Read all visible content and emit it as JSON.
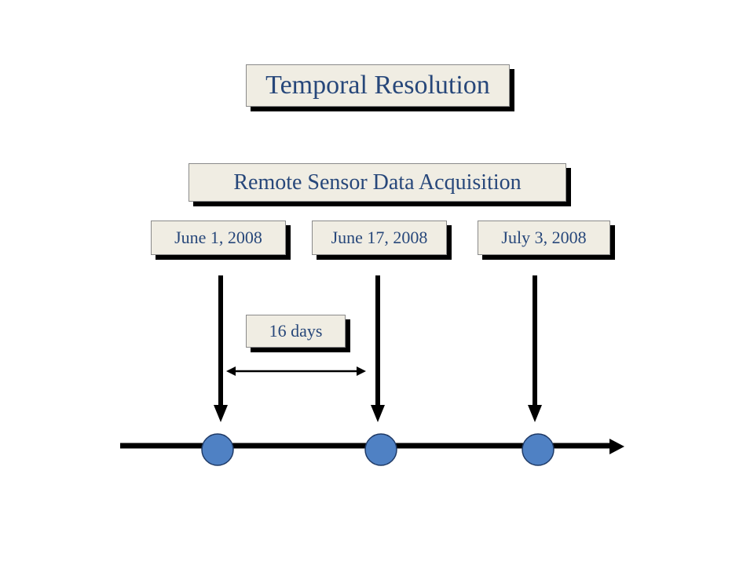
{
  "title": "Temporal Resolution",
  "subtitle": "Remote Sensor Data Acquisition",
  "acquisitions": [
    {
      "date": "June 1, 2008"
    },
    {
      "date": "June 17, 2008"
    },
    {
      "date": "July 3, 2008"
    }
  ],
  "interval_label": "16 days",
  "colors": {
    "box_fill": "#f0ede3",
    "text": "#27477a",
    "marker_fill": "#4f81c4",
    "line": "#000000"
  }
}
